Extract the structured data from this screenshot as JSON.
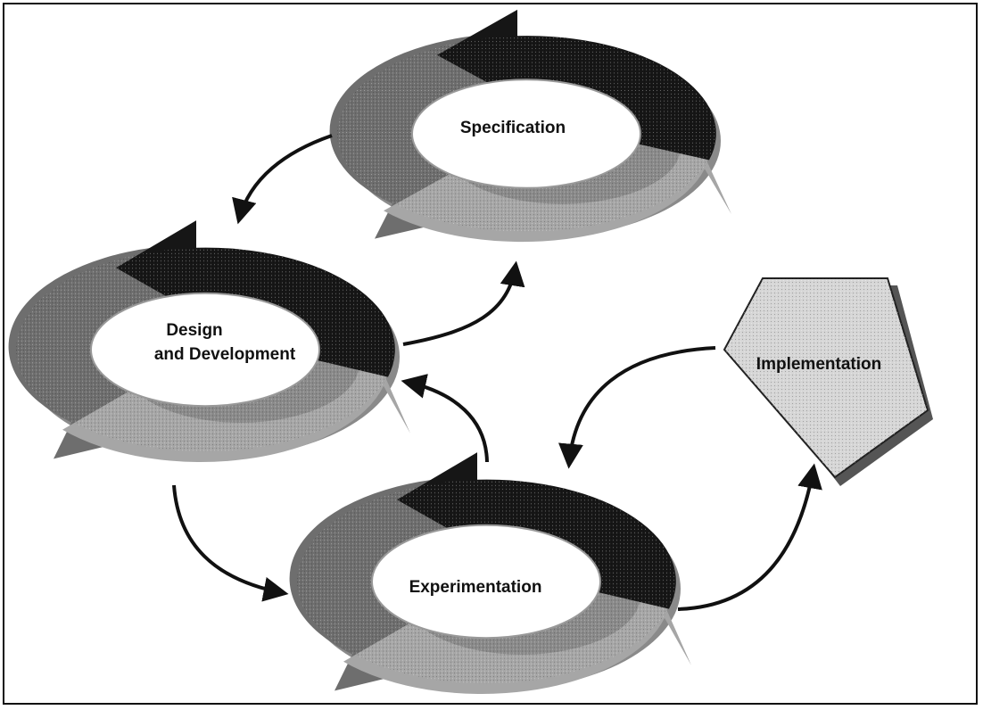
{
  "nodes": {
    "specification": {
      "label": "Specification"
    },
    "design": {
      "label_line1": "Design",
      "label_line2": "and Development"
    },
    "experimentation": {
      "label": "Experimentation"
    },
    "implementation": {
      "label": "Implementation"
    }
  },
  "colors": {
    "dark": "#1a1a1a",
    "mid": "#6e6e6e",
    "light": "#a4a4a4",
    "pale": "#d4d4d4",
    "arrow": "#111111"
  }
}
